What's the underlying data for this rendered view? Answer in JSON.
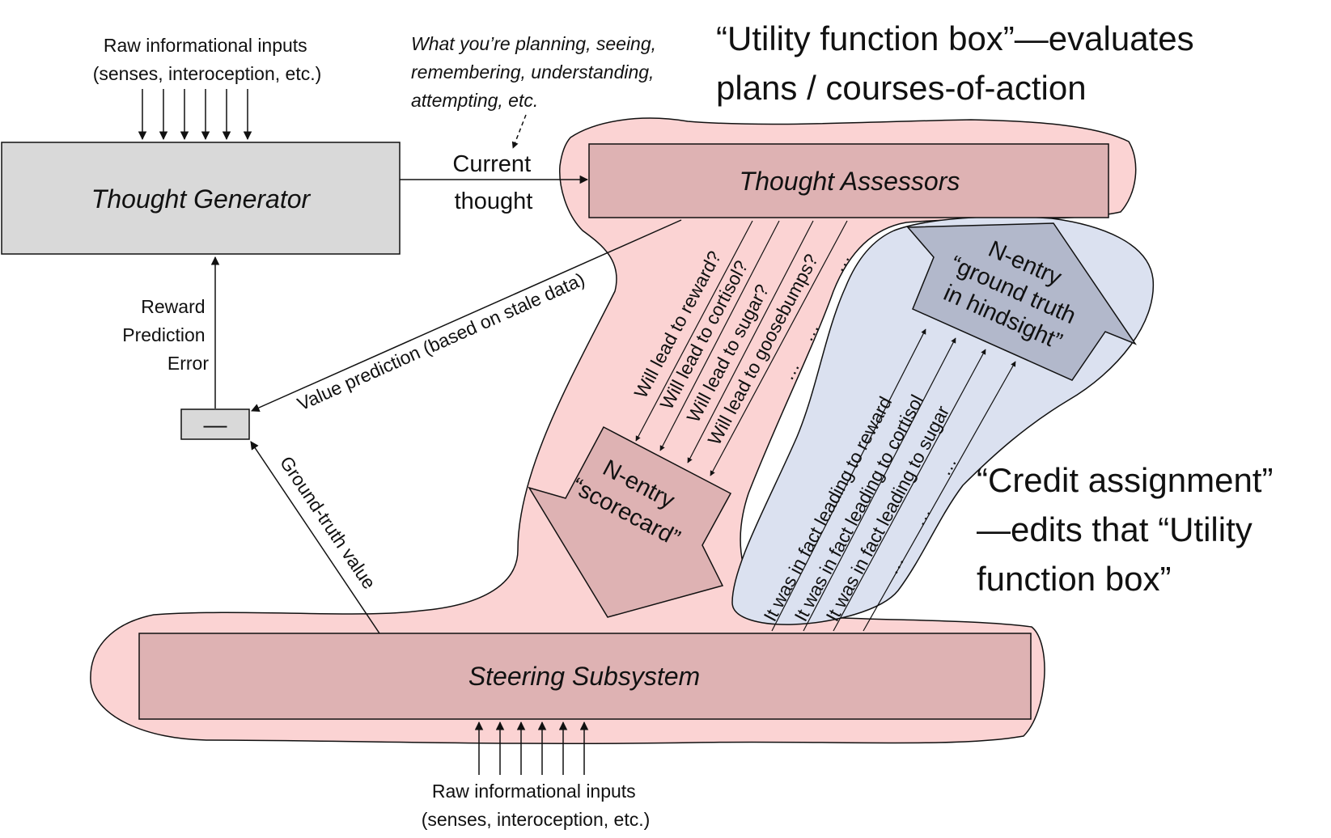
{
  "colors": {
    "red_blob": "#fbd3d3",
    "red_box": "#deb2b3",
    "blue_blob": "#dbe1f0",
    "grey_arrow": "#b2b8cb",
    "grey_box": "#d9d9d9",
    "red_text": "#c00000",
    "blue_text": "#0070c0"
  },
  "top_inputs": {
    "line1": "Raw informational inputs",
    "line2": "(senses, interoception, etc.)"
  },
  "bottom_inputs": {
    "line1": "Raw informational inputs",
    "line2": "(senses, interoception, etc.)"
  },
  "thought_generator": {
    "label": "Thought Generator"
  },
  "thought_assessors": {
    "label": "Thought Assessors"
  },
  "steering_subsystem": {
    "label": "Steering Subsystem"
  },
  "subtract_box": {
    "label": "—"
  },
  "current_thought": {
    "line1": "Current",
    "line2": "thought"
  },
  "planning_note": {
    "line1": "What you’re planning, seeing,",
    "line2": "remembering, understanding,",
    "line3": "attempting, etc."
  },
  "rpe": {
    "line1": "Reward",
    "line2": "Prediction",
    "line3": "Error"
  },
  "value_prediction": "Value prediction (based on stale data)",
  "ground_truth_value": "Ground-truth value",
  "will_lead": [
    "Will lead to reward?",
    "Will lead to cortisol?",
    "Will lead to sugar?",
    "Will lead to goosebumps?"
  ],
  "will_lead_dots": [
    "…",
    "…",
    "…"
  ],
  "scorecard": {
    "line1": "N-entry",
    "line2": "“scorecard”"
  },
  "ground_truth_arrow": {
    "line1": "N-entry",
    "line2": "“ground truth",
    "line3": "in hindsight”"
  },
  "it_was": [
    "It was in fact leading to reward",
    "It was in fact leading to cortisol",
    "It was in fact leading to sugar"
  ],
  "it_was_dots": [
    "…",
    "…",
    "…"
  ],
  "utility_caption": {
    "line1": "“Utility function box”—evaluates",
    "line2": "plans / courses-of-action"
  },
  "credit_caption": {
    "line1": "“Credit assignment”",
    "line2": "—edits that “Utility",
    "line3": "function box”"
  }
}
